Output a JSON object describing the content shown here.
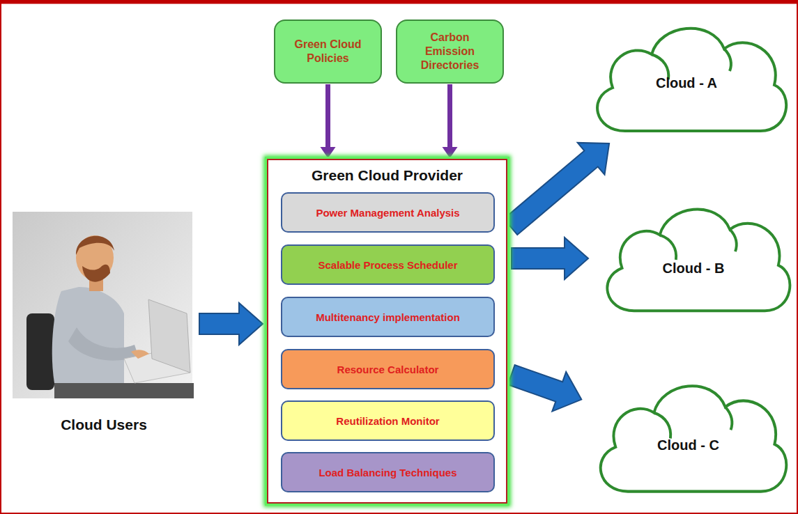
{
  "diagram": {
    "nodes": [
      {
        "text": [
          "Green Cloud Policies"
        ]
      },
      {
        "text": [
          "Carbon Emission Directories"
        ]
      },
      {
        "text": [
          "Cloud Users"
        ]
      },
      {
        "text": [
          "Green Cloud Provider"
        ]
      },
      {
        "text": [
          "Power Management  Analysis"
        ],
        "in": 3
      },
      {
        "text": [
          "Scalable Process Scheduler"
        ],
        "in": 3
      },
      {
        "text": [
          "Multitenancy implementation"
        ],
        "in": 3
      },
      {
        "text": [
          "Resource Calculator"
        ],
        "in": 3
      },
      {
        "text": [
          "Reutilization Monitor"
        ],
        "in": 3
      },
      {
        "text": [
          "Load Balancing Techniques"
        ],
        "in": 3
      },
      {
        "text": [
          "Cloud - A"
        ]
      },
      {
        "text": [
          "Cloud - B"
        ]
      },
      {
        "text": [
          "Cloud - C"
        ]
      }
    ],
    "edges": [
      {
        "from": 0,
        "to": 3,
        "arrow": "to"
      },
      {
        "from": 1,
        "to": 3,
        "arrow": "to"
      },
      {
        "from": 2,
        "to": 3,
        "arrow": "to"
      },
      {
        "from": 3,
        "to": 10,
        "arrow": "to"
      },
      {
        "from": 3,
        "to": 11,
        "arrow": "to"
      },
      {
        "from": 3,
        "to": 12,
        "arrow": "to"
      }
    ]
  }
}
